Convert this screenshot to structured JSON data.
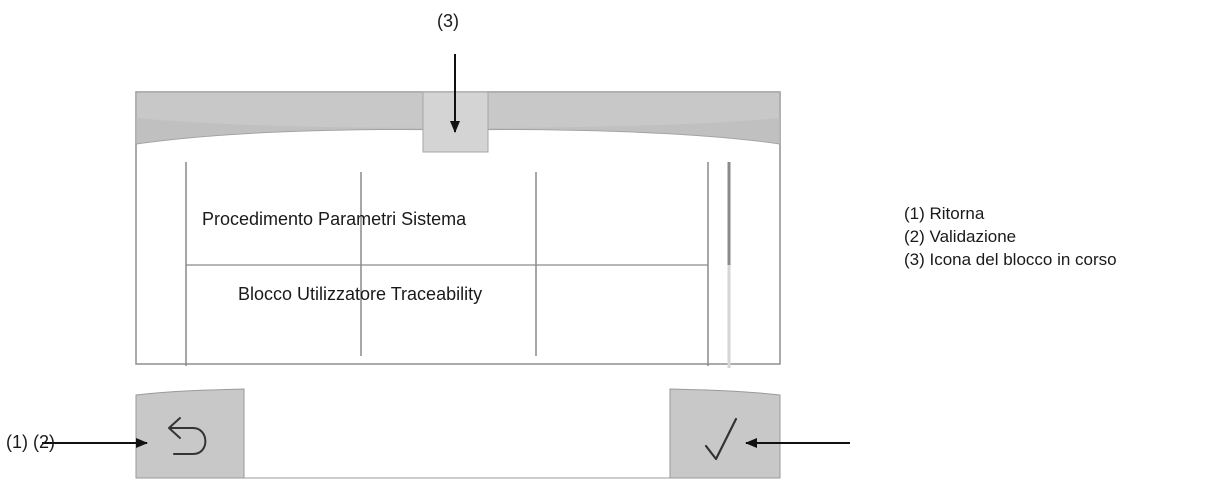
{
  "callouts": {
    "top": "(3)",
    "left": "(1) (2)"
  },
  "screen": {
    "row1": "Procedimento Parametri Sistema",
    "row2": "Blocco Utilizzatore Traceability"
  },
  "legend": [
    "(1) Ritorna",
    "(2) Validazione",
    "(3) Icona del blocco in corso"
  ],
  "icons": {
    "back": "return-arrow-icon",
    "confirm": "checkmark-icon",
    "lock": "lock-block-icon"
  },
  "colors": {
    "bar": "#c9c9c9",
    "bar_dark": "#b3b3b3",
    "frame": "#9a9a9a",
    "line": "#8a8a8a"
  }
}
